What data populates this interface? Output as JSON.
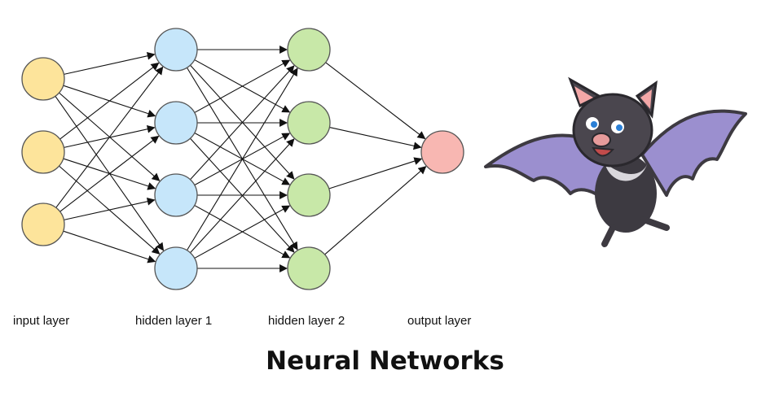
{
  "title": "Neural Networks",
  "layers": [
    {
      "label": "input layer",
      "nodes": 3,
      "color": "#fde49b"
    },
    {
      "label": "hidden layer 1",
      "nodes": 4,
      "color": "#c6e6fa"
    },
    {
      "label": "hidden layer 2",
      "nodes": 4,
      "color": "#c8e8a8"
    },
    {
      "label": "output layer",
      "nodes": 1,
      "color": "#f8b7b2"
    }
  ],
  "colors": {
    "node_stroke": "#555555",
    "edge": "#111111",
    "bat_body": "#3d3a41",
    "bat_wing": "#9b8fcf",
    "bat_ear_inner": "#f3a7a7"
  },
  "illustration": "bat"
}
